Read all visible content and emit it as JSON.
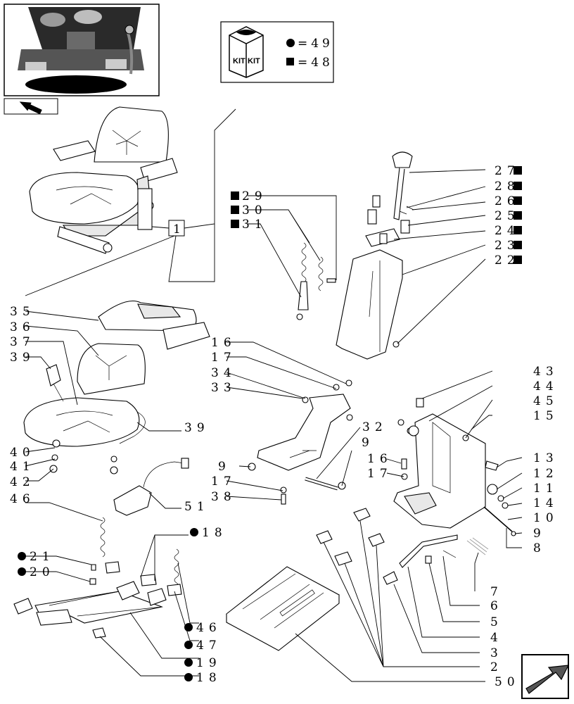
{
  "kit_legend": {
    "kit_label": "KIT",
    "items": [
      {
        "symbol": "circle",
        "text": "=49"
      },
      {
        "symbol": "square",
        "text": "=48"
      }
    ]
  },
  "reference_box": {
    "text": "1"
  },
  "callouts": [
    {
      "id": "c27",
      "text": "27",
      "marker": "square"
    },
    {
      "id": "c28",
      "text": "28",
      "marker": "square"
    },
    {
      "id": "c26",
      "text": "26",
      "marker": "square"
    },
    {
      "id": "c25",
      "text": "25",
      "marker": "square"
    },
    {
      "id": "c24",
      "text": "24",
      "marker": "square"
    },
    {
      "id": "c23",
      "text": "23",
      "marker": "square"
    },
    {
      "id": "c22",
      "text": "22",
      "marker": "square"
    },
    {
      "id": "c29",
      "text": "29",
      "marker": "square"
    },
    {
      "id": "c30",
      "text": "30",
      "marker": "square"
    },
    {
      "id": "c31",
      "text": "31",
      "marker": "square"
    },
    {
      "id": "c35",
      "text": "35",
      "marker": ""
    },
    {
      "id": "c36",
      "text": "36",
      "marker": ""
    },
    {
      "id": "c37",
      "text": "37",
      "marker": ""
    },
    {
      "id": "c39a",
      "text": "39",
      "marker": ""
    },
    {
      "id": "c39b",
      "text": "39",
      "marker": ""
    },
    {
      "id": "c40",
      "text": "40",
      "marker": ""
    },
    {
      "id": "c41",
      "text": "41",
      "marker": ""
    },
    {
      "id": "c42",
      "text": "42",
      "marker": ""
    },
    {
      "id": "c46a",
      "text": "46",
      "marker": ""
    },
    {
      "id": "c51",
      "text": "51",
      "marker": ""
    },
    {
      "id": "c16a",
      "text": "16",
      "marker": ""
    },
    {
      "id": "c17a",
      "text": "17",
      "marker": ""
    },
    {
      "id": "c34",
      "text": "34",
      "marker": ""
    },
    {
      "id": "c33",
      "text": "33",
      "marker": ""
    },
    {
      "id": "c32",
      "text": "32",
      "marker": ""
    },
    {
      "id": "c9a",
      "text": "9",
      "marker": ""
    },
    {
      "id": "c9b",
      "text": "9",
      "marker": ""
    },
    {
      "id": "c17b",
      "text": "17",
      "marker": ""
    },
    {
      "id": "c38",
      "text": "38",
      "marker": ""
    },
    {
      "id": "c43",
      "text": "43",
      "marker": ""
    },
    {
      "id": "c44",
      "text": "44",
      "marker": ""
    },
    {
      "id": "c45",
      "text": "45",
      "marker": ""
    },
    {
      "id": "c15",
      "text": "15",
      "marker": ""
    },
    {
      "id": "c16b",
      "text": "16",
      "marker": ""
    },
    {
      "id": "c17c",
      "text": "17",
      "marker": ""
    },
    {
      "id": "c13",
      "text": "13",
      "marker": ""
    },
    {
      "id": "c12",
      "text": "12",
      "marker": ""
    },
    {
      "id": "c11",
      "text": "11",
      "marker": ""
    },
    {
      "id": "c14",
      "text": "14",
      "marker": ""
    },
    {
      "id": "c10",
      "text": "10",
      "marker": ""
    },
    {
      "id": "c9c",
      "text": "9",
      "marker": ""
    },
    {
      "id": "c8",
      "text": "8",
      "marker": ""
    },
    {
      "id": "c18a",
      "text": "18",
      "marker": "circle"
    },
    {
      "id": "c21",
      "text": "21",
      "marker": "circle"
    },
    {
      "id": "c20",
      "text": "20",
      "marker": "circle"
    },
    {
      "id": "c46b",
      "text": "46",
      "marker": "circle"
    },
    {
      "id": "c47",
      "text": "47",
      "marker": "circle"
    },
    {
      "id": "c19",
      "text": "19",
      "marker": "circle"
    },
    {
      "id": "c18b",
      "text": "18",
      "marker": "circle"
    },
    {
      "id": "c7",
      "text": "7",
      "marker": ""
    },
    {
      "id": "c6",
      "text": "6",
      "marker": ""
    },
    {
      "id": "c5",
      "text": "5",
      "marker": ""
    },
    {
      "id": "c4",
      "text": "4",
      "marker": ""
    },
    {
      "id": "c3",
      "text": "3",
      "marker": ""
    },
    {
      "id": "c2",
      "text": "2",
      "marker": ""
    },
    {
      "id": "c50",
      "text": "50",
      "marker": ""
    }
  ],
  "nav_icons": {
    "top_left": "forward-arrow-icon",
    "bottom_right": "back-arrow-icon"
  }
}
